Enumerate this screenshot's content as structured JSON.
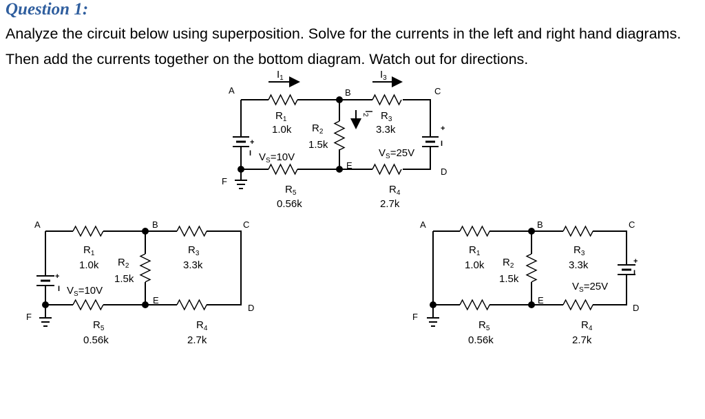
{
  "question": {
    "title": "Question 1:",
    "body": "Analyze the circuit below using superposition.  Solve for the currents in the left and right hand diagrams. Then add the currents together on the bottom diagram. Watch out for directions."
  },
  "nodes": {
    "A": "A",
    "B": "B",
    "C": "C",
    "D": "D",
    "E": "E",
    "F": "F"
  },
  "resistors": {
    "R1": {
      "name": "R",
      "sub": "1",
      "value": "1.0k"
    },
    "R2": {
      "name": "R",
      "sub": "2",
      "value": "1.5k"
    },
    "R3": {
      "name": "R",
      "sub": "3",
      "value": "3.3k"
    },
    "R4": {
      "name": "R",
      "sub": "4",
      "value": "2.7k"
    },
    "R5": {
      "name": "R",
      "sub": "5",
      "value": "0.56k"
    }
  },
  "sources": {
    "left": {
      "name": "V",
      "sub": "S",
      "value": "=10V"
    },
    "right": {
      "name": "V",
      "sub": "S",
      "value": "=25V"
    }
  },
  "currents": {
    "I1": {
      "name": "I",
      "sub": "1"
    },
    "I2": {
      "name": "I",
      "sub": "2"
    },
    "I3": {
      "name": "I",
      "sub": "3"
    }
  },
  "polarity": {
    "plus": "+",
    "minus": "I"
  }
}
